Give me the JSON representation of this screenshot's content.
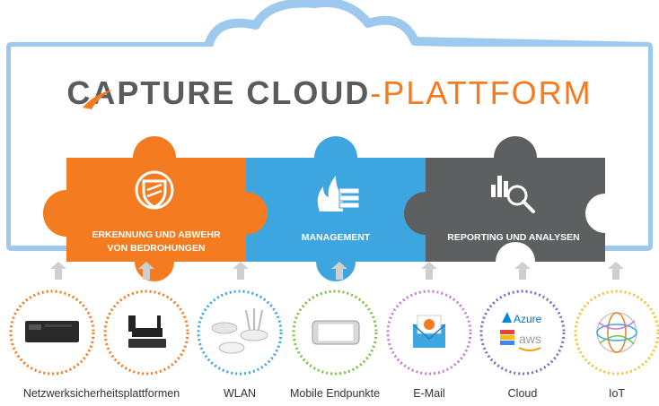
{
  "title": {
    "part1": "CAPTURE CLOUD",
    "part2": "-PLATTFORM"
  },
  "pieces": [
    {
      "line1": "ERKENNUNG UND ABWEHR",
      "line2": "VON BEDROHUNGEN",
      "icon": "shield-icon"
    },
    {
      "line1": "MANAGEMENT",
      "icon": "firewall-icon"
    },
    {
      "line1": "REPORTING UND ANALYSEN",
      "icon": "analytics-icon"
    }
  ],
  "endpoints": [
    {
      "label": "Netzwerksicherheitsplattformen"
    },
    {
      "label": "WLAN"
    },
    {
      "label": "Mobile Endpunkte"
    },
    {
      "label": "E-Mail"
    },
    {
      "label": "Cloud",
      "badges": [
        "Azure",
        "aws"
      ]
    },
    {
      "label": "IoT"
    }
  ],
  "colors": {
    "orange": "#F47B20",
    "blue": "#3DA6E0",
    "gray": "#5E5F61",
    "cloud_border": "#9EC9EF",
    "title_gray": "#5A5B5D",
    "title_orange": "#F47B20",
    "arrow": "#CFCFCF"
  }
}
